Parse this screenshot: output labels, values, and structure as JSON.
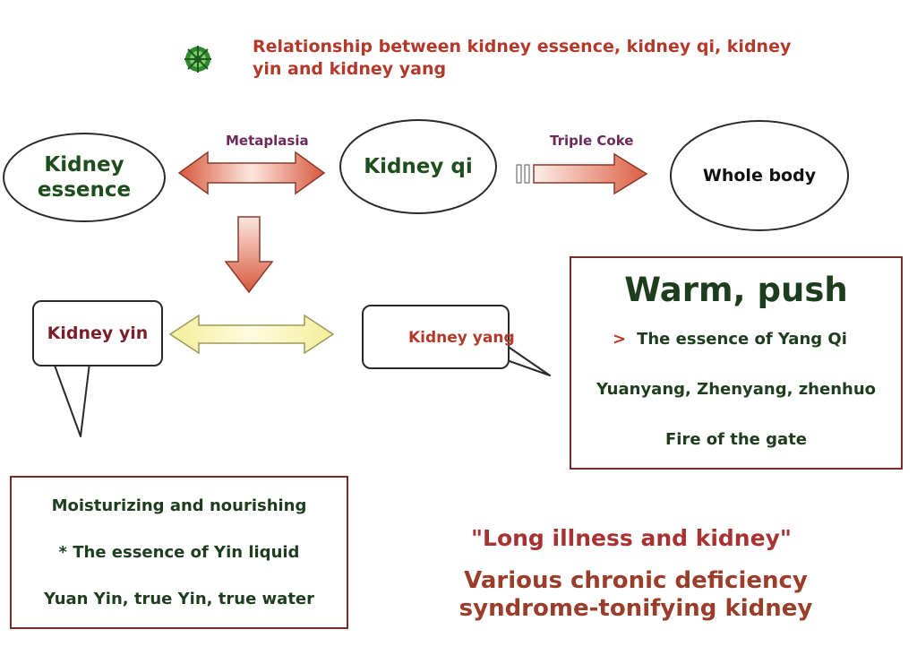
{
  "title": "Relationship between kidney essence, kidney qi, kidney yin and kidney yang",
  "nodes": {
    "kidney_essence": "Kidney essence",
    "kidney_qi": "Kidney qi",
    "whole_body": "Whole body",
    "kidney_yin": "Kidney yin",
    "kidney_yang": "Kidney yang"
  },
  "arrow_labels": {
    "metaplasia": "Metaplasia",
    "triple_coke": "Triple Coke"
  },
  "yang_box": {
    "heading": "Warm, push",
    "lines": [
      "The essence of Yang Qi",
      "Yuanyang, Zhenyang, zhenhuo",
      "Fire of the gate"
    ]
  },
  "yin_box": {
    "lines": [
      "Moisturizing and nourishing",
      "* The essence of Yin liquid",
      "Yuan Yin, true Yin, true water"
    ]
  },
  "quote": "\"Long illness and kidney\"",
  "chronic": "Various chronic deficiency syndrome-tonifying kidney",
  "colors": {
    "title": "#b33a2a",
    "green_text": "#1e4d1e",
    "maroon_text": "#7a1f2a",
    "arrow_red": "#e06a4a",
    "arrow_yellow": "#f3eea0",
    "box_border": "#7a2a2a"
  },
  "icons": {
    "logo": "green-knot-icon",
    "bullet": "chevron-right-icon"
  }
}
